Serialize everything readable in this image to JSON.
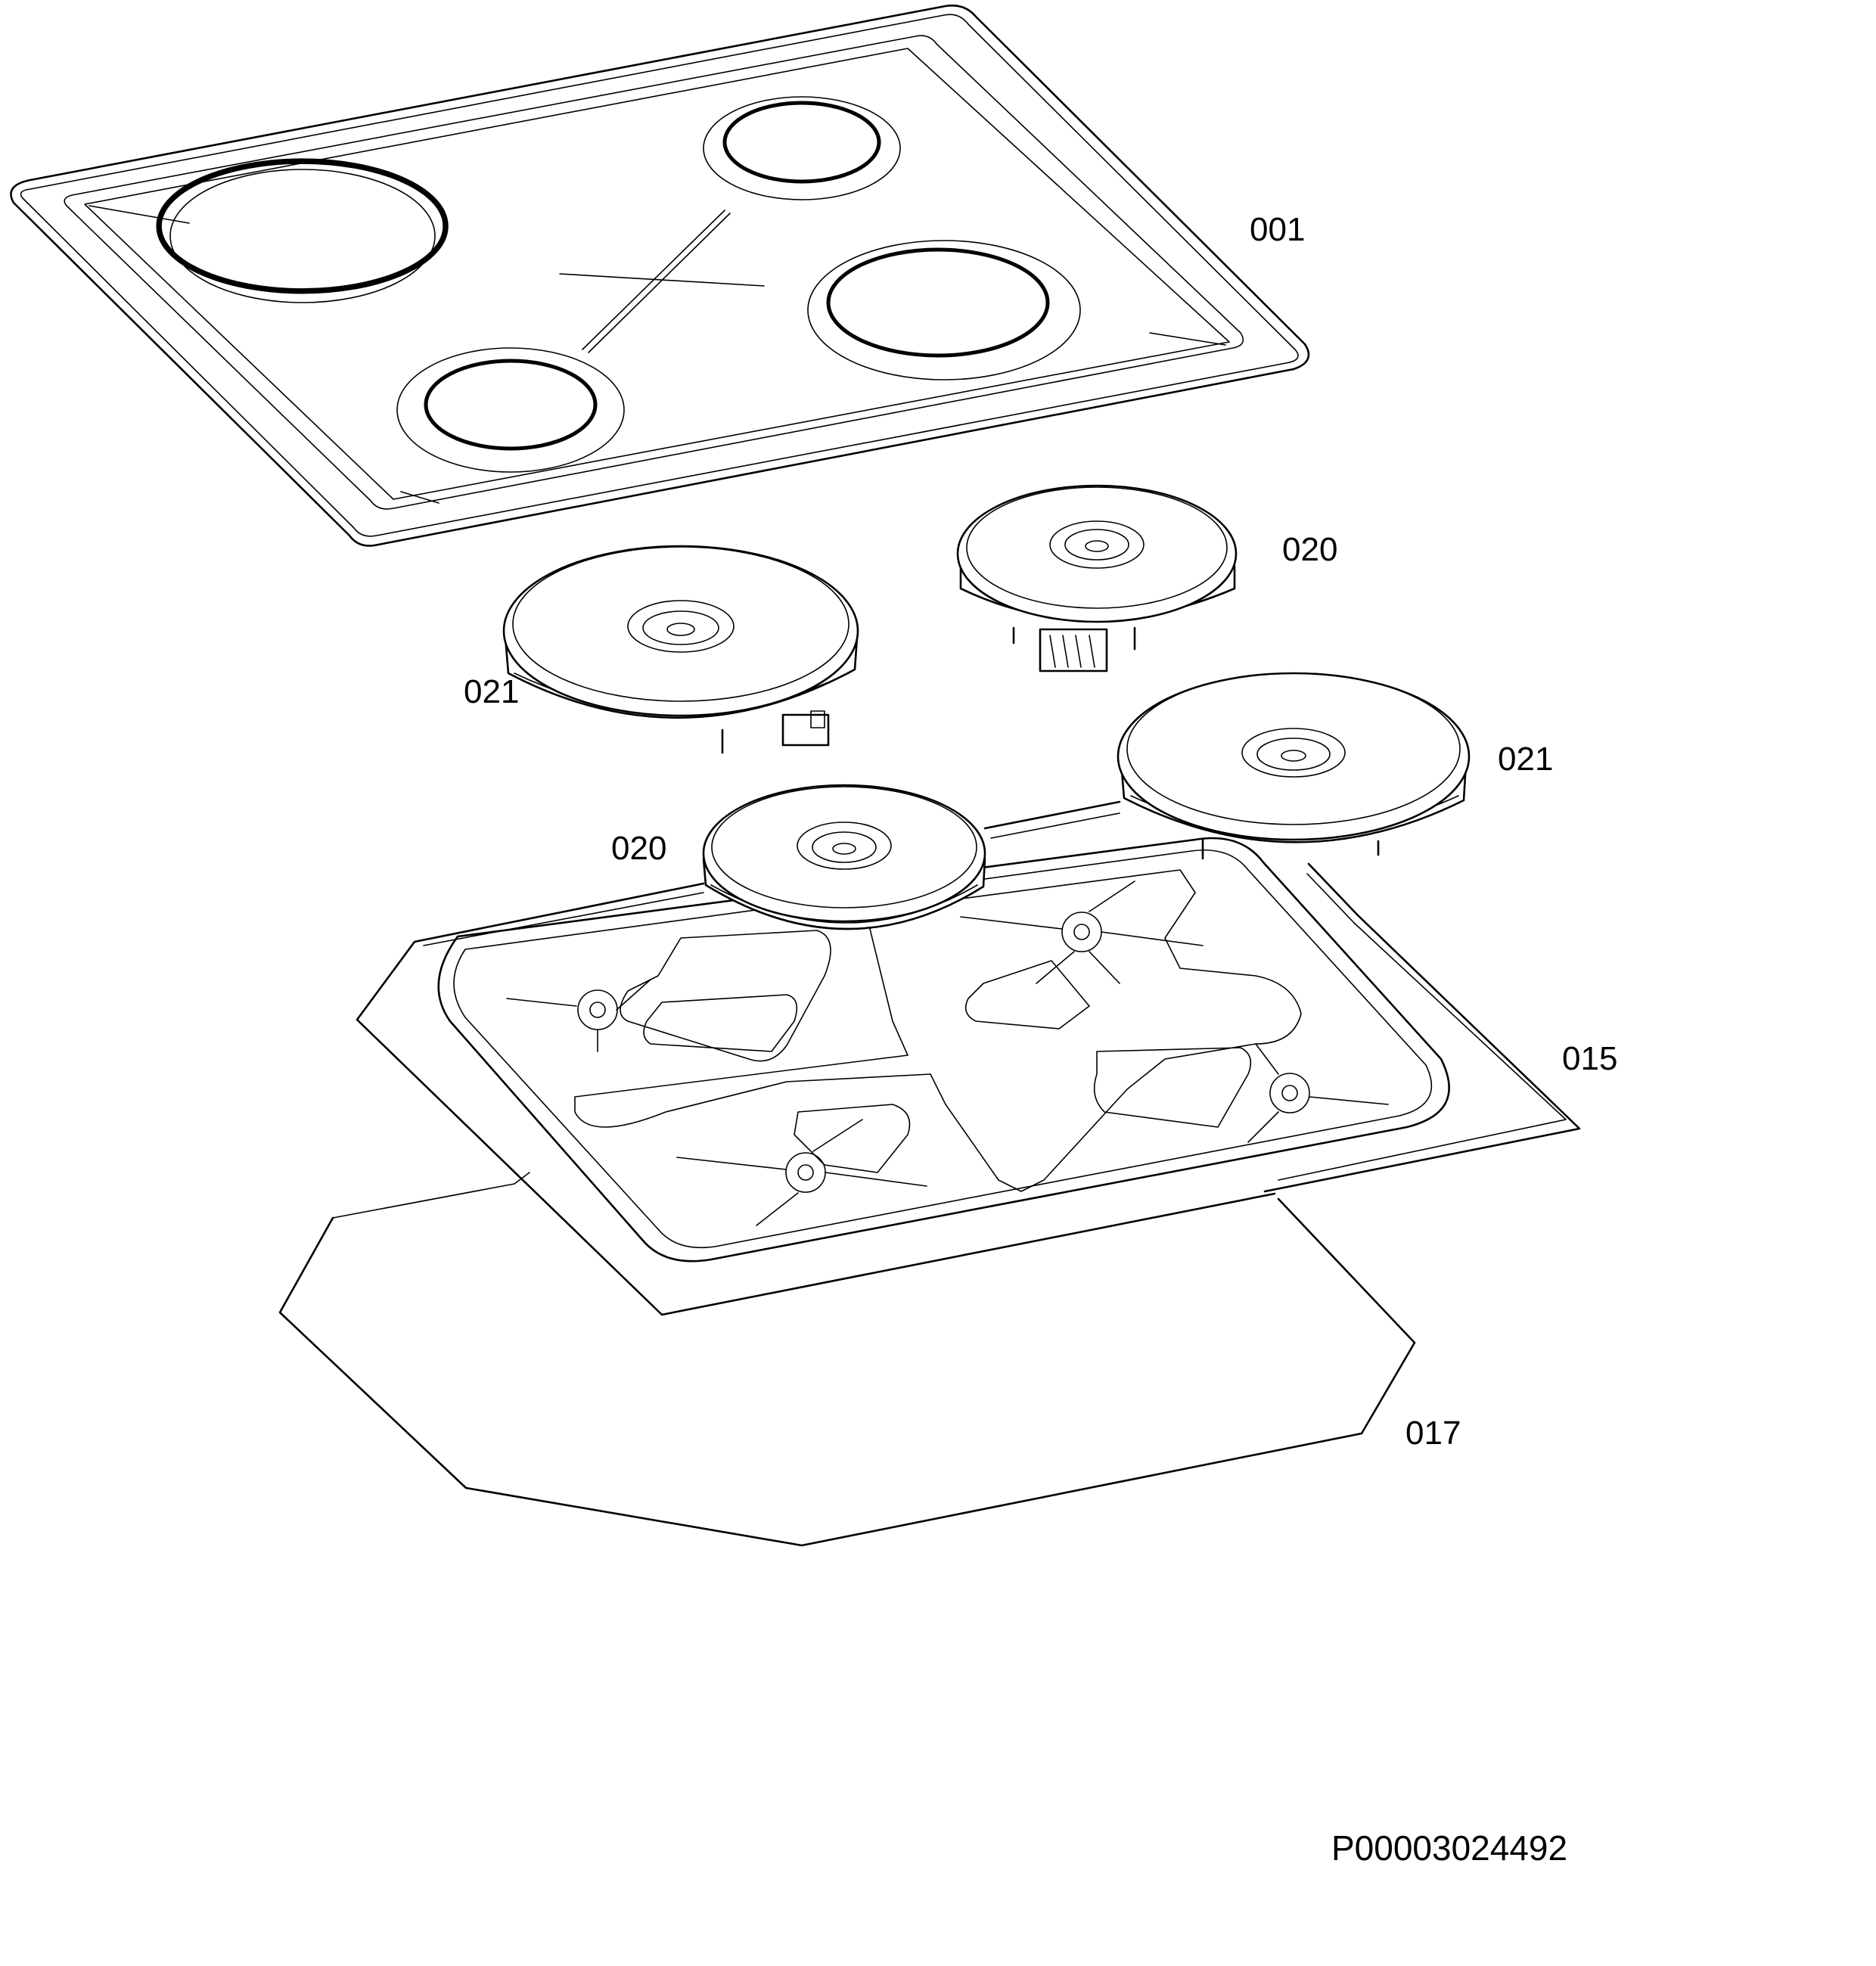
{
  "callouts": {
    "hob_frame": "001",
    "hotplate_small_rear": "020",
    "hotplate_large_left": "021",
    "hotplate_large_right": "021",
    "hotplate_small_front": "020",
    "insulation_plate": "015",
    "cover_plate": "017"
  },
  "drawing_code": "P00003024492",
  "colors": {
    "line": "#000000",
    "background": "#ffffff"
  }
}
